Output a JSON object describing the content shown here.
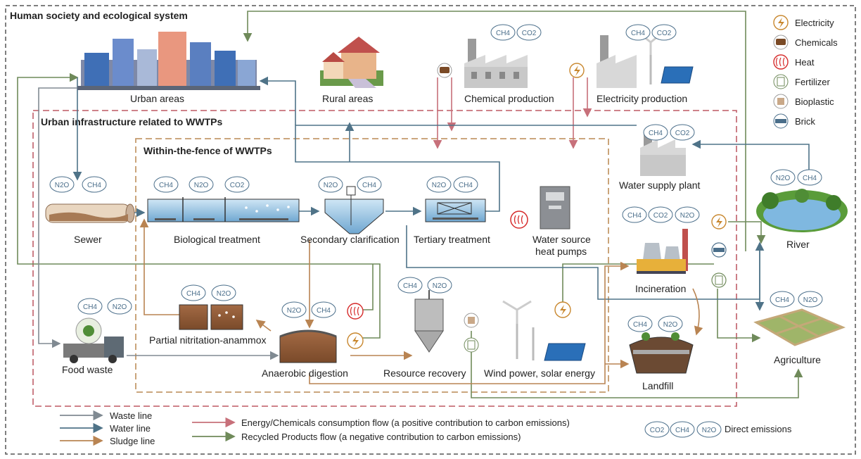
{
  "sections": {
    "outer": "Human society and ecological system",
    "urban_infra": "Urban infrastructure related to WWTPs",
    "within_fence": "Within-the-fence of WWTPs"
  },
  "nodes": {
    "urban_areas": "Urban areas",
    "rural_areas": "Rural areas",
    "chemical_production": "Chemical production",
    "electricity_production": "Electricity production",
    "water_supply_plant": "Water supply plant",
    "sewer": "Sewer",
    "biological_treatment": "Biological treatment",
    "secondary_clarification": "Secondary clarification",
    "tertiary_treatment": "Tertiary treatment",
    "water_source_heat_pumps_1": "Water source",
    "water_source_heat_pumps_2": "heat pumps",
    "river": "River",
    "incineration": "Incineration",
    "agriculture": "Agriculture",
    "partial_nitritation": "Partial nitritation-anammox",
    "anaerobic_digestion": "Anaerobic digestion",
    "resource_recovery": "Resource recovery",
    "wind_solar": "Wind power, solar energy",
    "landfill": "Landfill",
    "food_waste": "Food waste"
  },
  "gases": {
    "ch4": "CH4",
    "co2": "CO2",
    "n2o": "N2O"
  },
  "icon_legend": [
    {
      "icon": "electricity-icon",
      "label": "Electricity",
      "color": "#c8872e"
    },
    {
      "icon": "chemicals-icon",
      "label": "Chemicals",
      "color": "#7a4a26"
    },
    {
      "icon": "heat-icon",
      "label": "Heat",
      "color": "#d62b2b"
    },
    {
      "icon": "fertilizer-icon",
      "label": "Fertilizer",
      "color": "#6f8a5a"
    },
    {
      "icon": "bioplastic-icon",
      "label": "Bioplastic",
      "color": "#c9a888"
    },
    {
      "icon": "brick-icon",
      "label": "Brick",
      "color": "#4a6e8a"
    }
  ],
  "line_legend": [
    {
      "label": "Waste line",
      "color": "#808a92"
    },
    {
      "label": "Water line",
      "color": "#4f7388"
    },
    {
      "label": "Sludge line",
      "color": "#b98452"
    }
  ],
  "flow_legend": [
    {
      "label": "Energy/Chemicals consumption flow (a positive contribution to carbon emissions)",
      "color": "#c7707a"
    },
    {
      "label": "Recycled Products flow (a negative contribution to carbon emissions)",
      "color": "#6f8a5a"
    }
  ],
  "direct_emissions": "Direct emissions",
  "colors": {
    "outer_border": "#555555",
    "urban_border": "#c7707a",
    "fence_border": "#c49a6c",
    "water": "#4f7388",
    "waste": "#808a92",
    "sludge": "#b98452",
    "recycled": "#6f8a5a",
    "energy": "#c7707a"
  }
}
